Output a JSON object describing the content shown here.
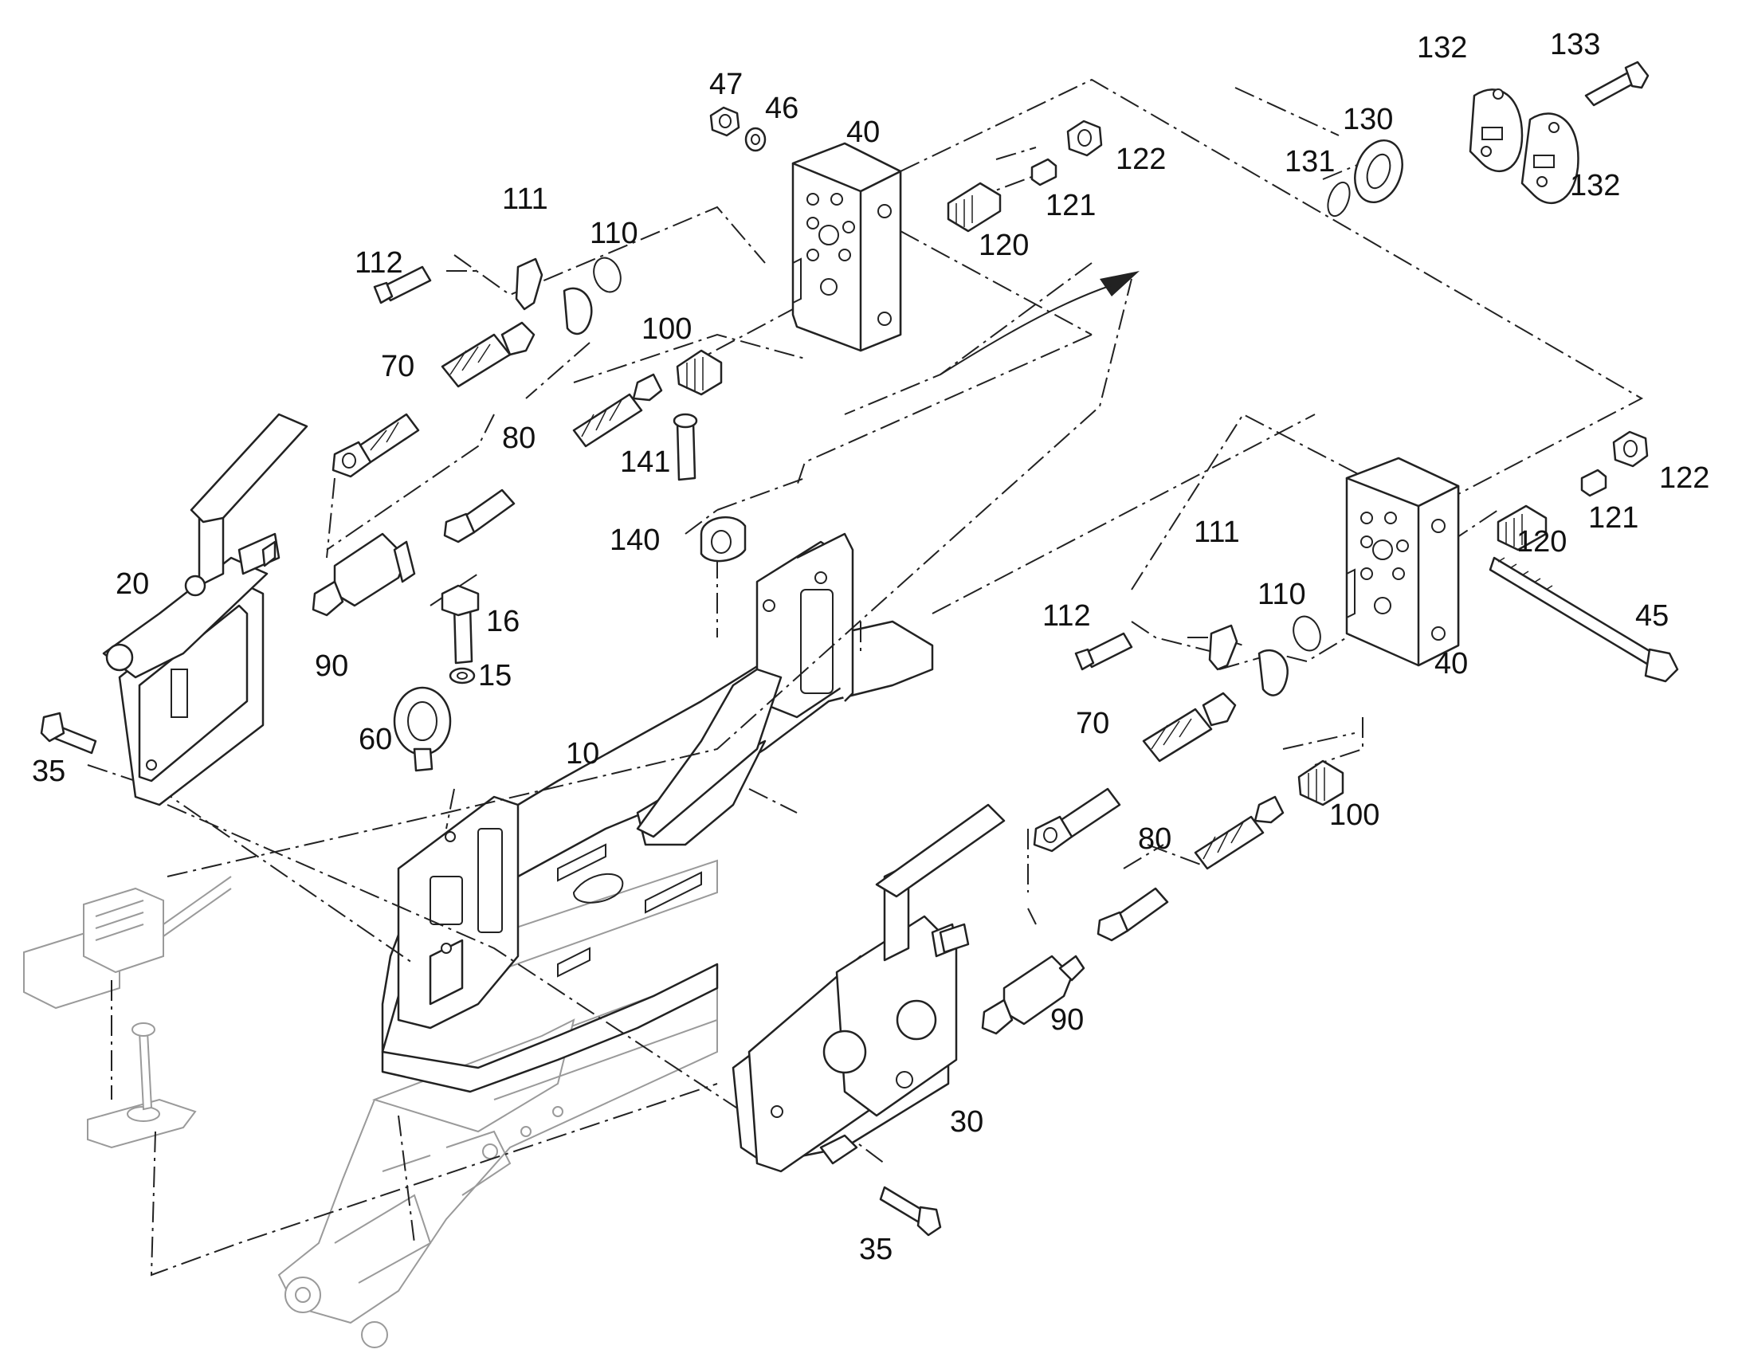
{
  "diagram": {
    "callouts": [
      {
        "id": "c47",
        "text": "47"
      },
      {
        "id": "c46",
        "text": "46"
      },
      {
        "id": "c40a",
        "text": "40"
      },
      {
        "id": "c111a",
        "text": "111"
      },
      {
        "id": "c110a",
        "text": "110"
      },
      {
        "id": "c112a",
        "text": "112"
      },
      {
        "id": "c70a",
        "text": "70"
      },
      {
        "id": "c100a",
        "text": "100"
      },
      {
        "id": "c80a",
        "text": "80"
      },
      {
        "id": "c141",
        "text": "141"
      },
      {
        "id": "c140",
        "text": "140"
      },
      {
        "id": "c20",
        "text": "20"
      },
      {
        "id": "c90a",
        "text": "90"
      },
      {
        "id": "c16",
        "text": "16"
      },
      {
        "id": "c15",
        "text": "15"
      },
      {
        "id": "c60",
        "text": "60"
      },
      {
        "id": "c35a",
        "text": "35"
      },
      {
        "id": "c10",
        "text": "10"
      },
      {
        "id": "c120a",
        "text": "120"
      },
      {
        "id": "c121a",
        "text": "121"
      },
      {
        "id": "c122a",
        "text": "122"
      },
      {
        "id": "c131",
        "text": "131"
      },
      {
        "id": "c130",
        "text": "130"
      },
      {
        "id": "c132a",
        "text": "132"
      },
      {
        "id": "c133",
        "text": "133"
      },
      {
        "id": "c132b",
        "text": "132"
      },
      {
        "id": "c122b",
        "text": "122"
      },
      {
        "id": "c121b",
        "text": "121"
      },
      {
        "id": "c120b",
        "text": "120"
      },
      {
        "id": "c111b",
        "text": "111"
      },
      {
        "id": "c110b",
        "text": "110"
      },
      {
        "id": "c112b",
        "text": "112"
      },
      {
        "id": "c45",
        "text": "45"
      },
      {
        "id": "c40b",
        "text": "40"
      },
      {
        "id": "c70b",
        "text": "70"
      },
      {
        "id": "c100b",
        "text": "100"
      },
      {
        "id": "c80b",
        "text": "80"
      },
      {
        "id": "c90b",
        "text": "90"
      },
      {
        "id": "c30",
        "text": "30"
      },
      {
        "id": "c35b",
        "text": "35"
      }
    ]
  }
}
